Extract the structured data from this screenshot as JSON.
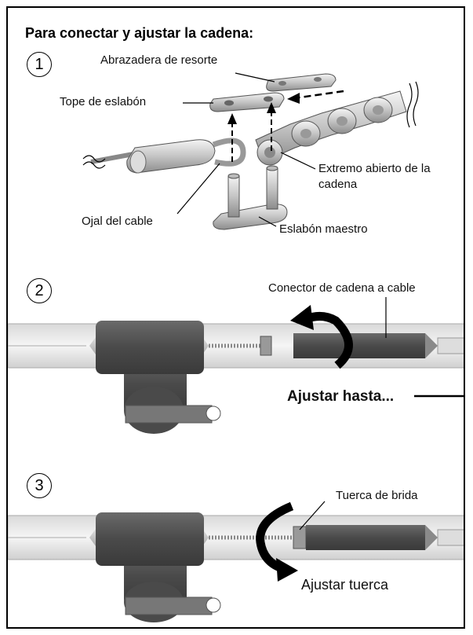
{
  "heading": "Para conectar y ajustar la cadena:",
  "steps": [
    {
      "number": "1",
      "labels": {
        "spring_clip": "Abrazadera de resorte",
        "link_stop": "Tope de eslabón",
        "open_end_line1": "Extremo abierto de la",
        "open_end_line2": "cadena",
        "cable_eyelet": "Ojal del cable",
        "master_link": "Eslabón maestro"
      }
    },
    {
      "number": "2",
      "labels": {
        "connector": "Conector de cadena a cable",
        "adjust_until": "Ajustar hasta..."
      }
    },
    {
      "number": "3",
      "labels": {
        "flange_nut": "Tuerca de brida",
        "adjust_nut": "Ajustar tuerca"
      }
    }
  ],
  "colors": {
    "dark_part": "#555555",
    "rail": "#e9e9e9",
    "metal": "#c8c8c8",
    "ink": "#000000"
  }
}
